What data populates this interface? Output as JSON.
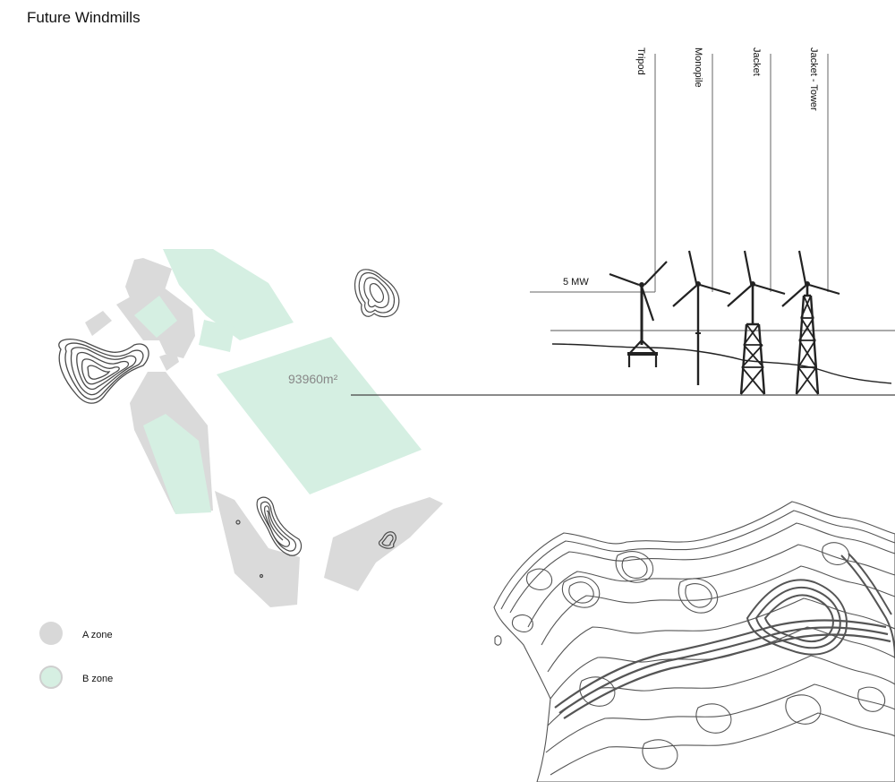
{
  "title": "Future Windmills",
  "area_label": "93960m²",
  "power_label": "5 MW",
  "foundation_types": [
    "Tripod",
    "Monopile",
    "Jacket",
    "Jacket - Tower"
  ],
  "legend": [
    {
      "label": "A zone",
      "color": "#d8d8d8"
    },
    {
      "label": "B zone",
      "color": "#d6efe2"
    }
  ],
  "colors": {
    "a_zone": "#dadada",
    "b_zone": "#d5efe2",
    "contour": "#505050",
    "structure": "#222222"
  }
}
